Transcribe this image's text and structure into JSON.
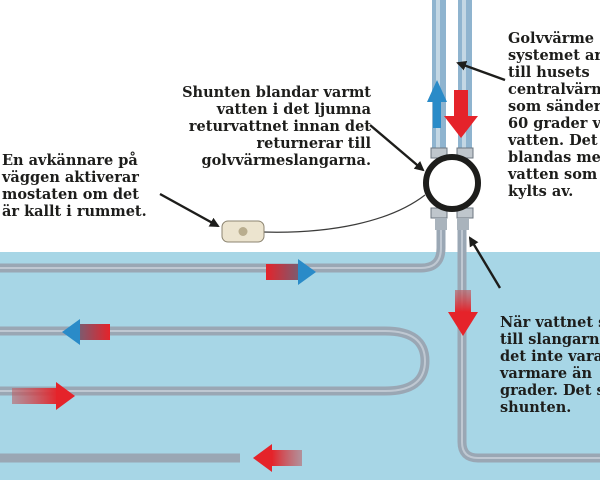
{
  "labels": {
    "sensor": "En avkännare på\nväggen aktiverar\nmostaten om det\när kallt i rummet.",
    "shunt": "Shunten blandar varmt\nvatten i det ljumna\nreturvattnet innan det\nreturnerar till\ngolvvärmeslangarna.",
    "system": "Golvvärme\nsystemet ar\ntill husets\ncentralvärm\nsom sänder\n60 grader v\nvatten. Det\nblandas me\nvatten som\nkylts av.",
    "return_water": "När vattnet s\ntill slangarna\ndet inte vara\nvarmare än\ngrader. Det s\nshunten."
  },
  "colors": {
    "floor": "#a7d6e6",
    "pipe": "#9aa7b4",
    "pipe_highlight": "#c3ccd5",
    "riser": "#8fb4cf",
    "hot": "#e5232a",
    "cold": "#2a8bc8",
    "text": "#1d1d1b",
    "sensor_body": "#ece4cf"
  }
}
